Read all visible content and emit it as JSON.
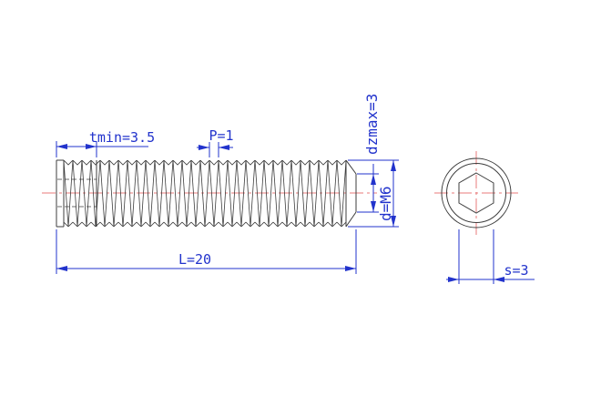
{
  "labels": {
    "tmin": "tmin=3.5",
    "pitch": "P=1",
    "dzmax": "dzmax=3",
    "diameter": "d=M6",
    "length": "L=20",
    "hex_width": "s=3"
  },
  "colors": {
    "dimension": "#2233cc",
    "outline": "#3d3d3d",
    "centerline": "#e87b7b",
    "background": "#ffffff"
  }
}
